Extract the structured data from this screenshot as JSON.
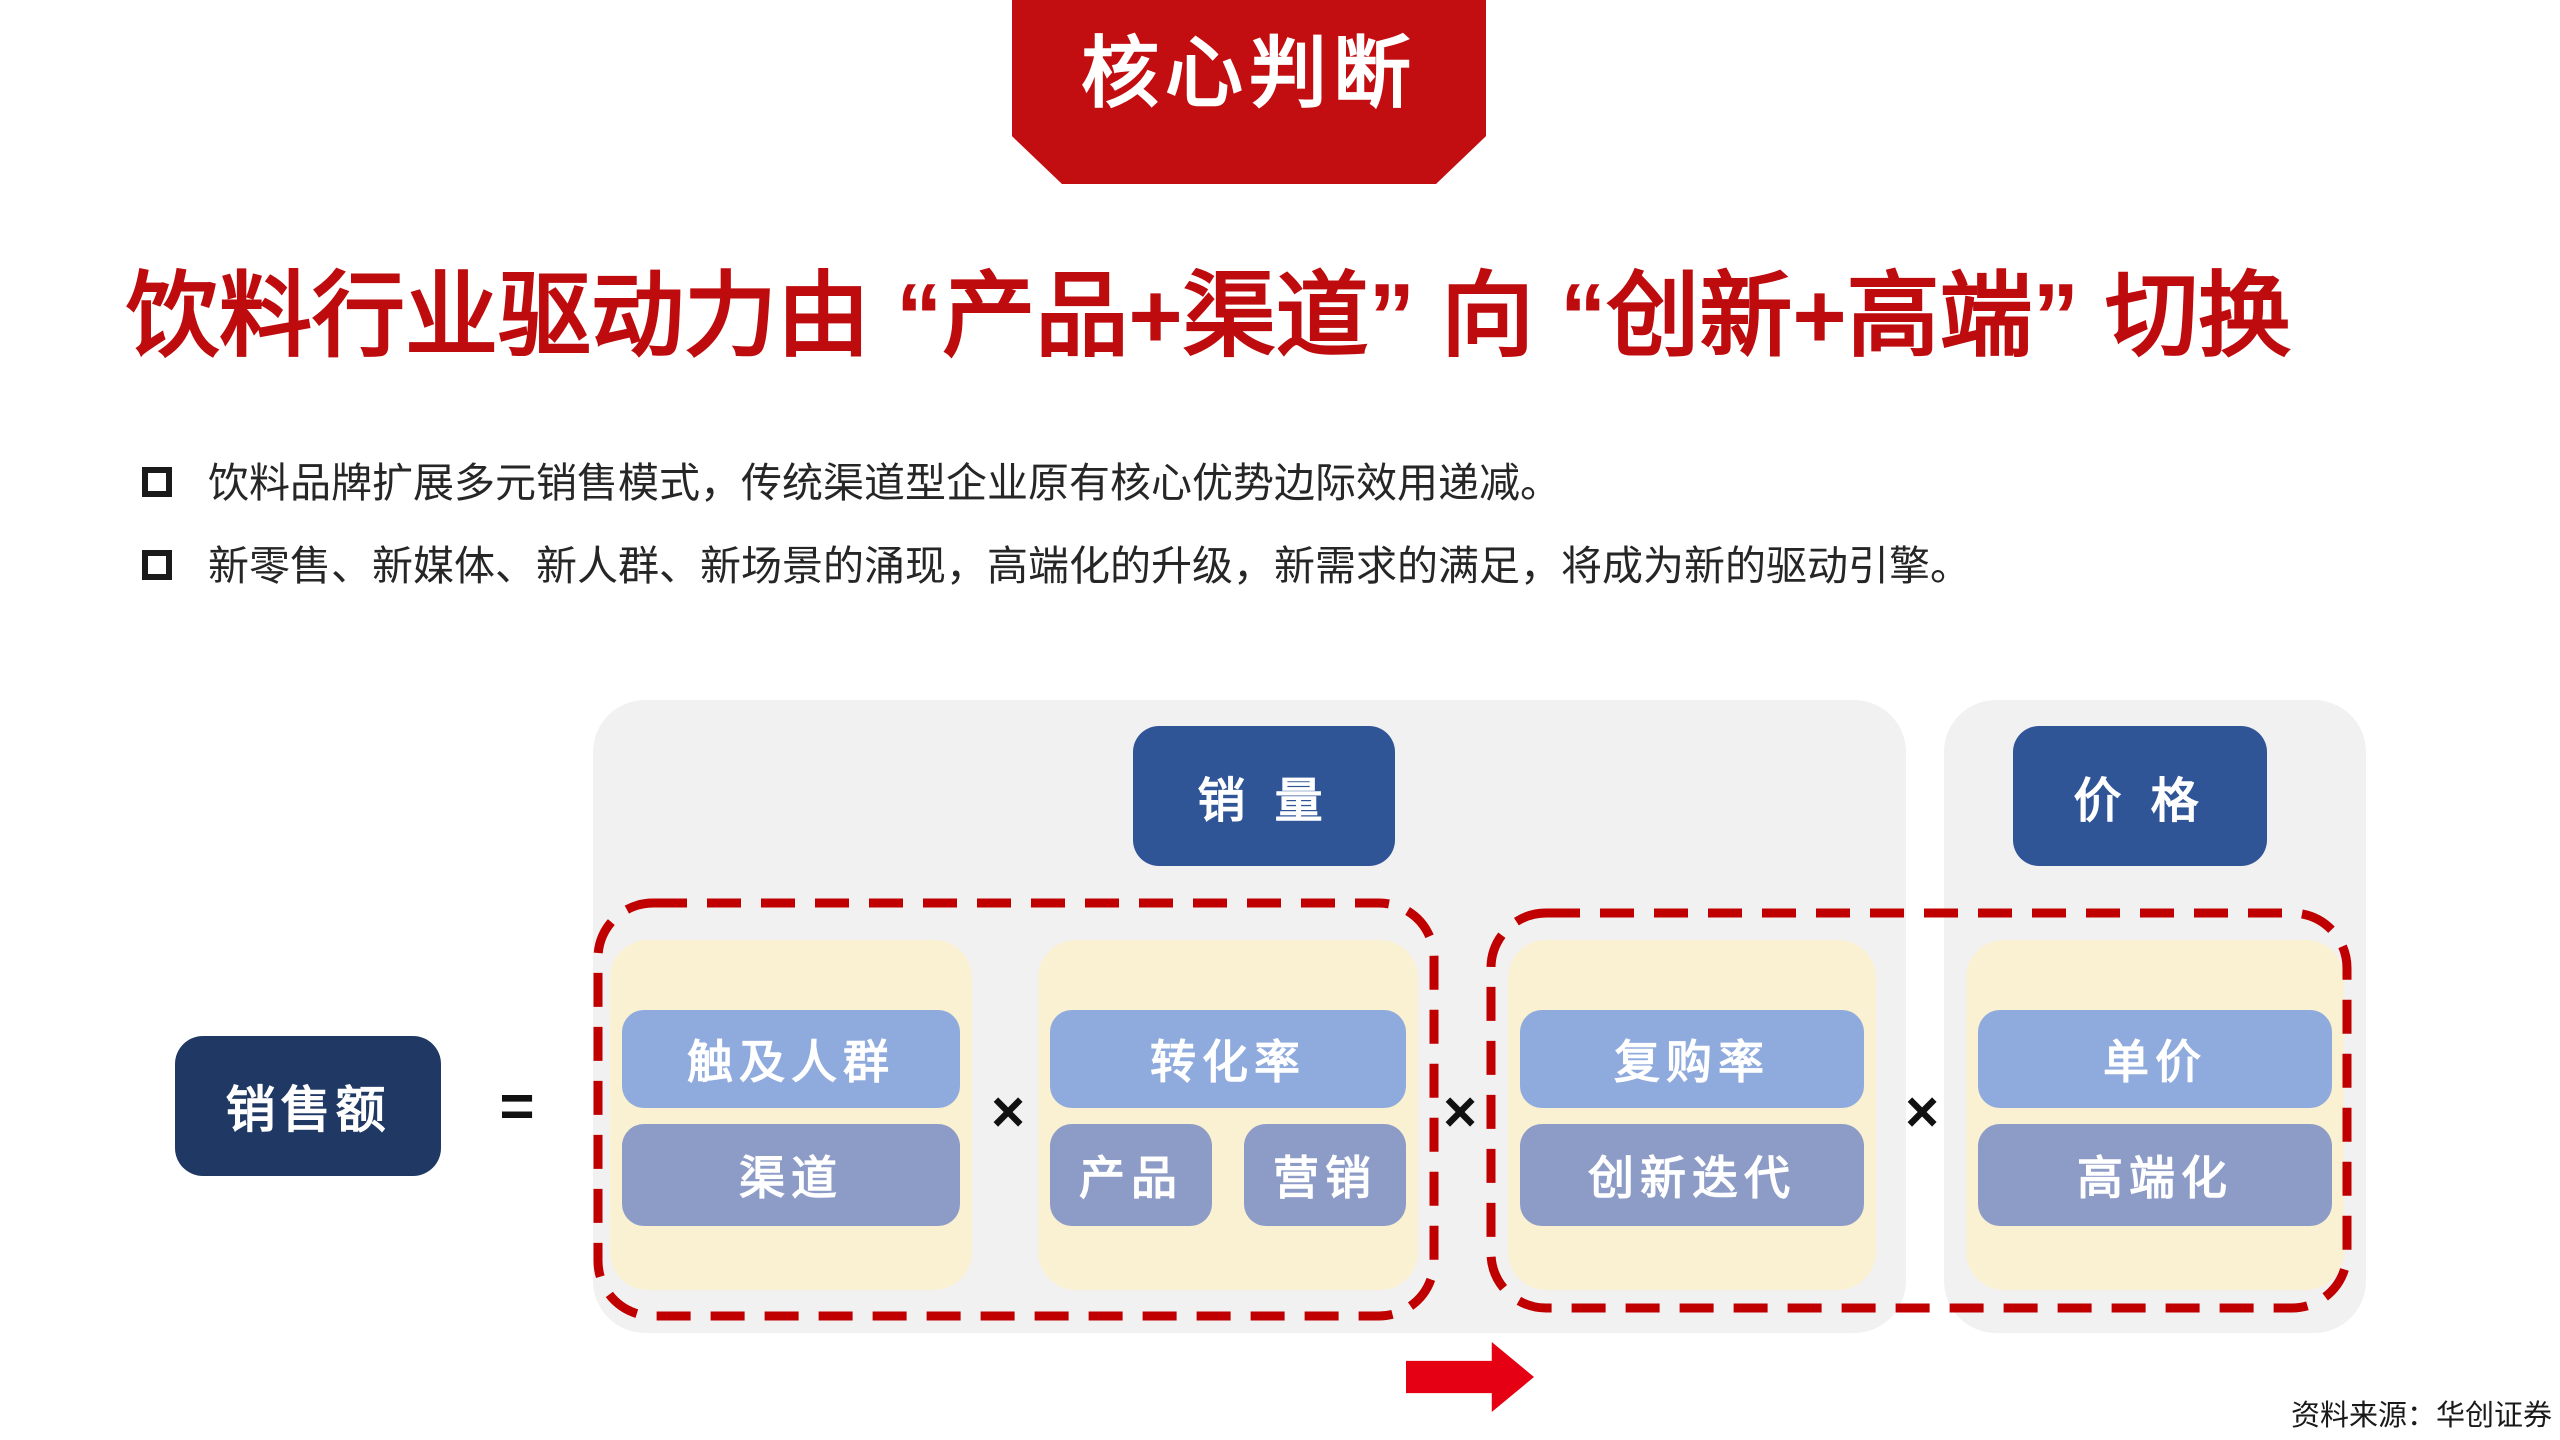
{
  "badge": {
    "label": "核心判断"
  },
  "title": {
    "text": "饮料行业驱动力由 “产品+渠道” 向 “创新+高端” 切换"
  },
  "bullets": [
    {
      "text": "饮料品牌扩展多元销售模式，传统渠道型企业原有核心优势边际效用递减。"
    },
    {
      "text": "新零售、新媒体、新人群、新场景的涌现，高端化的升级，新需求的满足，将成为新的驱动引擎。"
    }
  ],
  "diagram": {
    "result_label": "销售额",
    "equals_sign": "=",
    "multiply_sign": "×",
    "volume_label": "销 量",
    "price_label": "价 格",
    "groups": [
      {
        "top": "触及人群",
        "bottom": [
          "渠道"
        ]
      },
      {
        "top": "转化率",
        "bottom": [
          "产品",
          "营销"
        ]
      },
      {
        "top": "复购率",
        "bottom": [
          "创新迭代"
        ]
      },
      {
        "top": "单价",
        "bottom": [
          "高端化"
        ]
      }
    ]
  },
  "source": "资料来源：华创证券",
  "colors": {
    "badge_red": "#C20D11",
    "title_red": "#BE0B0E",
    "dashed_red": "#C00000",
    "arrow_red": "#E60013",
    "navy_dark": "#1F3864",
    "navy": "#2F5597",
    "panel_gray": "#F1F1F1",
    "cream": "#FAF0D2",
    "factor_blue_light": "#8FAADC",
    "factor_blue_muted": "#8D9BC7",
    "body_text": "#262626"
  }
}
